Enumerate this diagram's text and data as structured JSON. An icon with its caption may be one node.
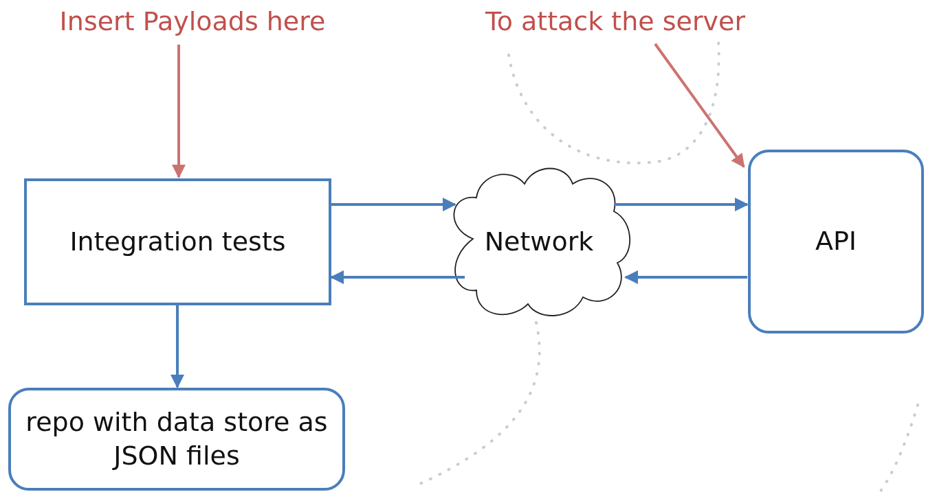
{
  "diagram": {
    "nodes": [
      {
        "text": [
          "Insert Payloads here"
        ]
      },
      {
        "text": [
          "Integration tests"
        ]
      },
      {
        "text": [
          "Network"
        ]
      },
      {
        "text": [
          "API"
        ]
      },
      {
        "text": [
          "To attack the server"
        ]
      },
      {
        "text": [
          "repo with data store as JSON files"
        ]
      }
    ],
    "edges": [
      {
        "from": 0,
        "to": 1,
        "arrow": "to",
        "color": "#cc7370"
      },
      {
        "from": 1,
        "to": 2,
        "arrow": "to"
      },
      {
        "from": 2,
        "to": 1,
        "arrow": "to"
      },
      {
        "from": 2,
        "to": 3,
        "arrow": "to"
      },
      {
        "from": 3,
        "to": 2,
        "arrow": "to"
      },
      {
        "from": 4,
        "to": 3,
        "arrow": "to",
        "color": "#cc7370"
      },
      {
        "from": 1,
        "to": 5,
        "arrow": "to"
      }
    ]
  }
}
